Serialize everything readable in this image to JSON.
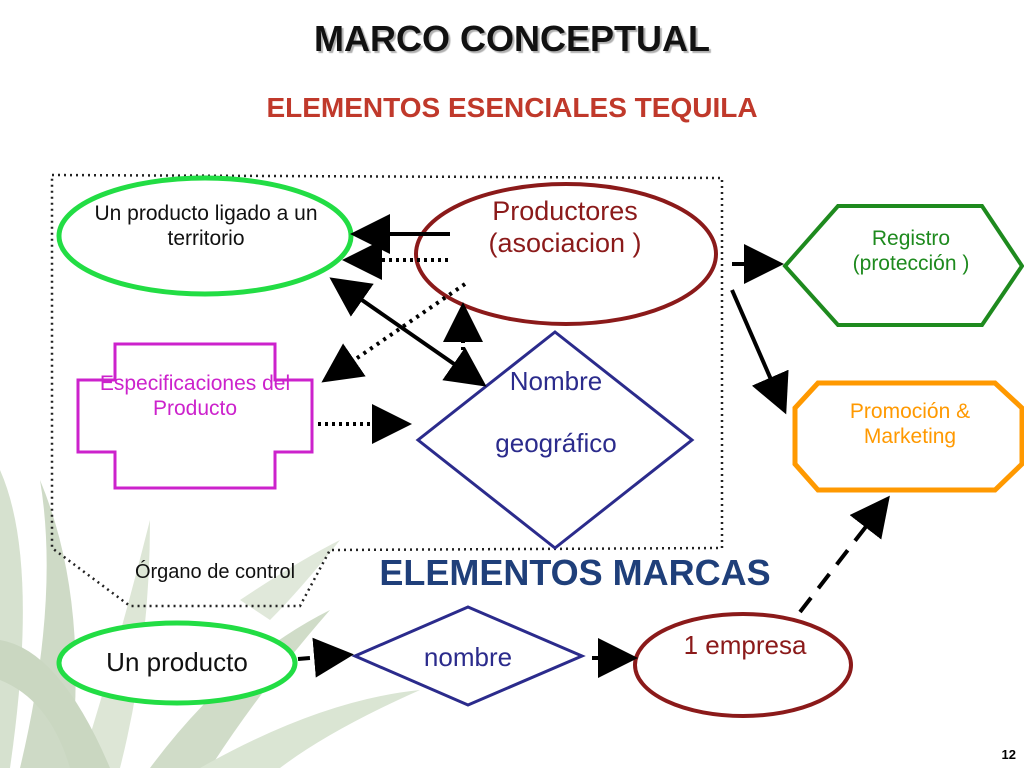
{
  "slide": {
    "title": "MARCO CONCEPTUAL",
    "subtitle": "ELEMENTOS ESENCIALES TEQUILA",
    "section_title": "ELEMENTOS MARCAS",
    "slide_number": "12"
  },
  "nodes": {
    "producto_territorio": "Un producto ligado a un territorio",
    "productores": "Productores (asociacion )",
    "especificaciones": "Especificaciones del Producto",
    "nombre_geografico_1": "Nombre",
    "nombre_geografico_2": "geográfico",
    "organo_control": "Órgano de control",
    "registro": "Registro (protección )",
    "promocion": "Promoción & Marketing",
    "un_producto": "Un producto",
    "nombre": "nombre",
    "empresa": "1 empresa"
  },
  "colors": {
    "subtitle": "#c0392b",
    "green_node": "#22dd44",
    "productores_node": "#8b1a1a",
    "magenta_node": "#cc22cc",
    "blue_node": "#2b2b8c",
    "registro_node": "#1e8a1e",
    "promocion_node": "#ff9900",
    "section_title": "#1f3f7a",
    "leaf": "#b5c9a8"
  }
}
